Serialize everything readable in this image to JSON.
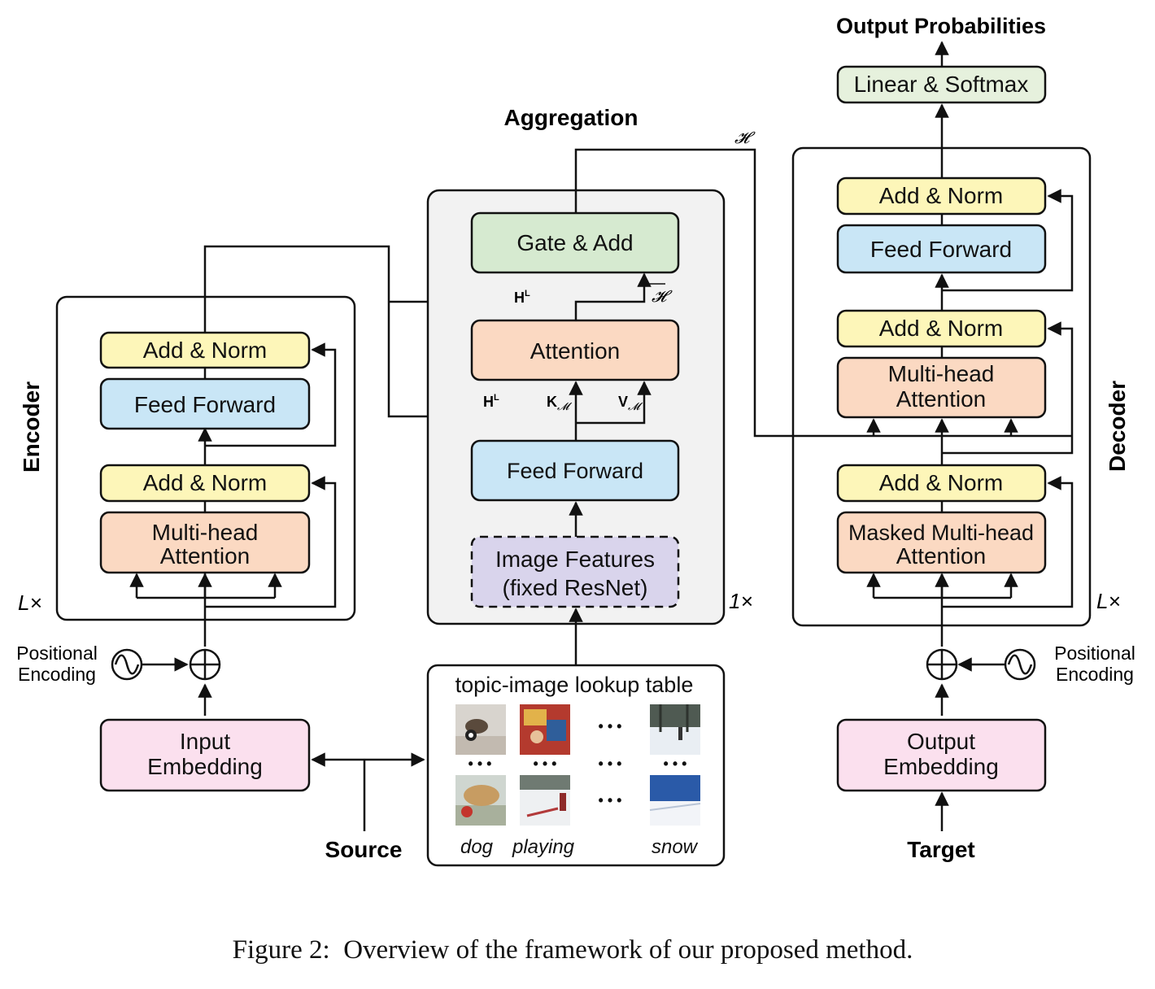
{
  "figure": {
    "caption": "Figure 2:  Overview of the framework of our proposed method.",
    "title_output": "Output Probabilities",
    "title_aggregation": "Aggregation",
    "encoder": {
      "label": "Encoder",
      "repeat": "L×",
      "add_norm_top": "Add & Norm",
      "feed_forward": "Feed Forward",
      "add_norm_bottom": "Add & Norm",
      "mha_line1": "Multi-head",
      "mha_line2": "Attention",
      "pos_line1": "Positional",
      "pos_line2": "Encoding",
      "embed_line1": "Input",
      "embed_line2": "Embedding",
      "source": "Source"
    },
    "aggregation": {
      "repeat": "1×",
      "gate_add": "Gate & Add",
      "attention": "Attention",
      "feed_forward": "Feed Forward",
      "image_line1": "Image Features",
      "image_line2": "(fixed ResNet)",
      "label_H_top": "H",
      "label_H_sup": "L",
      "label_Hbar": "𝓗",
      "label_H_script": "𝓗",
      "label_K": "K",
      "label_K_sub": "𝓜",
      "label_V": "V",
      "label_V_sub": "𝓜",
      "label_H_mid": "H",
      "label_H_mid_sup": "L"
    },
    "lookup": {
      "title": "topic-image lookup table",
      "ellipsis": "• • •",
      "words": [
        "dog",
        "playing",
        "snow"
      ]
    },
    "decoder": {
      "label": "Decoder",
      "repeat": "L×",
      "linear_softmax": "Linear & Softmax",
      "add_norm_1": "Add & Norm",
      "feed_forward": "Feed Forward",
      "add_norm_2": "Add & Norm",
      "mha_line1": "Multi-head",
      "mha_line2": "Attention",
      "add_norm_3": "Add & Norm",
      "masked_line1": "Masked Multi-head",
      "masked_line2": "Attention",
      "pos_line1": "Positional",
      "pos_line2": "Encoding",
      "embed_line1": "Output",
      "embed_line2": "Embedding",
      "target": "Target"
    },
    "colors": {
      "add_norm": "#fdf6b9",
      "feed_forward": "#c9e6f6",
      "attention": "#fbd9c2",
      "embedding": "#fbe0ee",
      "gate": "#d6ead0",
      "linear": "#e6f1dd",
      "image_features": "#d9d4ec",
      "agg_panel": "#f2f2f2"
    },
    "thumbnails": [
      "dog-with-ball-photo",
      "child-playing-photo",
      "snow-scene-photo",
      "dog-running-photo",
      "children-in-snow-photo",
      "snowy-road-photo"
    ]
  }
}
